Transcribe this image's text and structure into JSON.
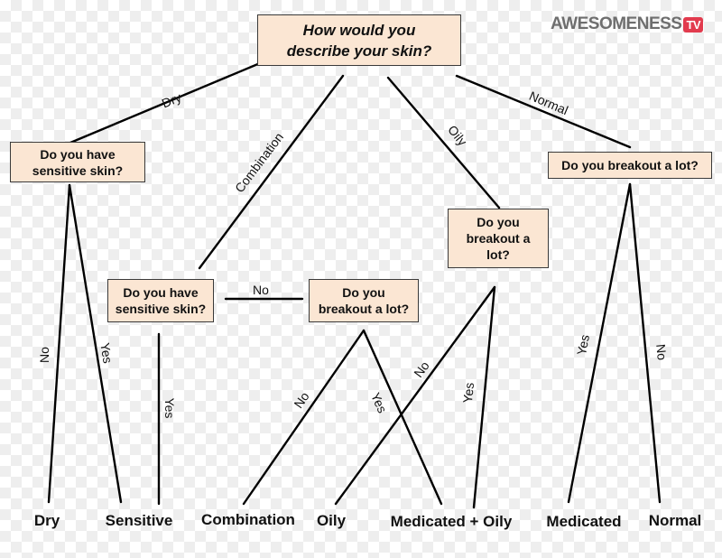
{
  "logo": {
    "text": "AWESOMENESS",
    "badge": "TV"
  },
  "nodes": {
    "root": {
      "line1": "How would you",
      "line2": "describe your skin?"
    },
    "dry_q": {
      "line1": "Do you have",
      "line2": "sensitive skin?"
    },
    "combo_q": {
      "line1": "Do you have",
      "line2": "sensitive skin?"
    },
    "combo_breakout_q": {
      "line1": "Do you",
      "line2": "breakout a lot?"
    },
    "oily_q": {
      "line1": "Do you",
      "line2": "breakout a",
      "line3": "lot?"
    },
    "normal_q": {
      "line1": "Do you breakout a lot?"
    }
  },
  "edge_labels": {
    "dry": "Dry",
    "combination": "Combination",
    "oily": "Oily",
    "normal": "Normal",
    "dry_no": "No",
    "dry_yes": "Yes",
    "combo_no": "No",
    "combo_yes": "Yes",
    "combo_breakout_no": "No",
    "combo_breakout_yes": "Yes",
    "oily_no": "No",
    "oily_yes": "Yes",
    "normal_yes": "Yes",
    "normal_no": "No"
  },
  "leaves": [
    "Dry",
    "Sensitive",
    "Combination",
    "Oily",
    "Medicated + Oily",
    "Medicated",
    "Normal"
  ]
}
